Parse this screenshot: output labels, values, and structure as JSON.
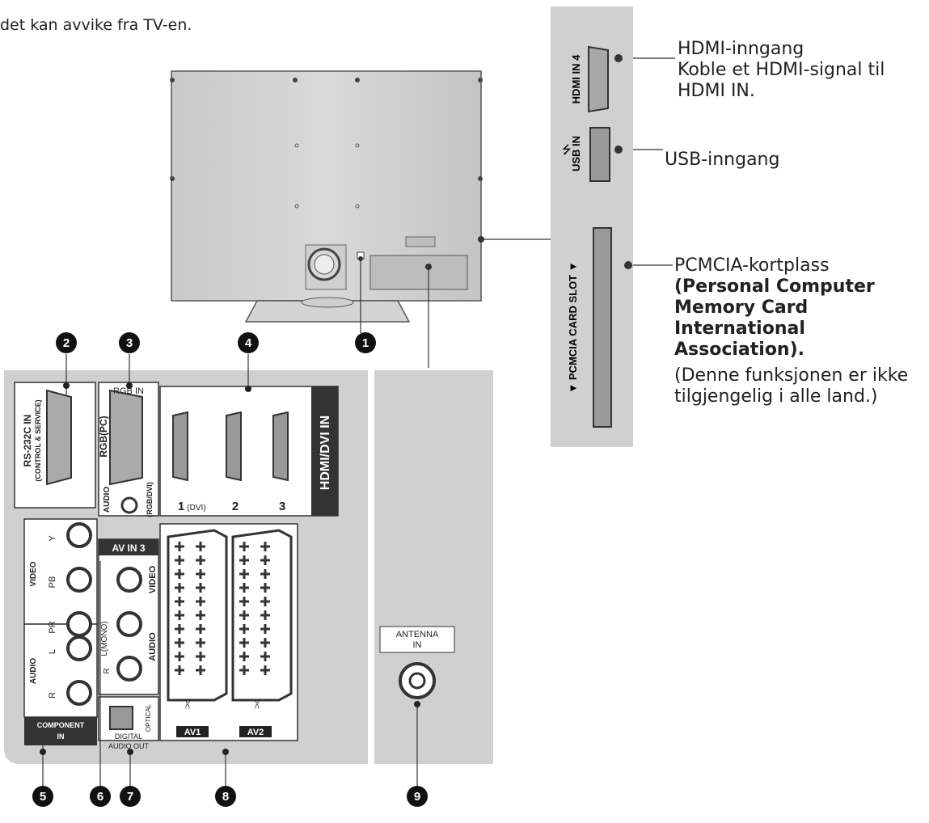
{
  "intro_text": "det kan avvike fra TV-en.",
  "side_panel": {
    "hdmi_port_label": "HDMI IN 4",
    "usb_port_label": "USB IN",
    "pcmcia_slot_label": "▼ PCMCIA CARD SLOT ▼"
  },
  "callouts": {
    "hdmi": {
      "title": "HDMI-inngang",
      "line1": "Koble et HDMI-signal til",
      "line2": "HDMI IN."
    },
    "usb": {
      "title": "USB-inngang"
    },
    "pcmcia": {
      "line1": "PCMCIA-kortplass",
      "line2": "(Personal Computer",
      "line3": "Memory Card",
      "line4": "International",
      "line5": "Association).",
      "note1": "(Denne funksjonen er ikke",
      "note2": "tilgjengelig i alle land.)"
    }
  },
  "badges": [
    "1",
    "2",
    "3",
    "4",
    "5",
    "6",
    "7",
    "8",
    "9"
  ],
  "panel": {
    "rs232_line1": "RS-232C IN",
    "rs232_line2": "(CONTROL & SERVICE)",
    "rgb_in": "RGB IN",
    "rgb_pc": "RGB(PC)",
    "audio": "AUDIO",
    "audio_rgbdvi": "(RGB/DVI)",
    "hdmi_dvi_in": "HDMI/DVI IN",
    "hdmi_num1": "1",
    "hdmi_num1_sub": "(DVI)",
    "hdmi_num2": "2",
    "hdmi_num3": "3",
    "video": "VIDEO",
    "y": "Y",
    "pb": "PB",
    "pr": "PR",
    "audio_l": "L",
    "audio_r": "R",
    "component_in1": "COMPONENT",
    "component_in2": "IN",
    "av_in3": "AV IN 3",
    "mono": "L(MONO)",
    "av3_video": "VIDEO",
    "av3_audio": "AUDIO",
    "av3_r": "R",
    "optical": "OPTICAL",
    "digital_audio_out1": "DIGITAL",
    "digital_audio_out2": "AUDIO OUT",
    "av1": "AV1",
    "av2": "AV2",
    "antenna_in1": "ANTENNA",
    "antenna_in2": "IN"
  }
}
